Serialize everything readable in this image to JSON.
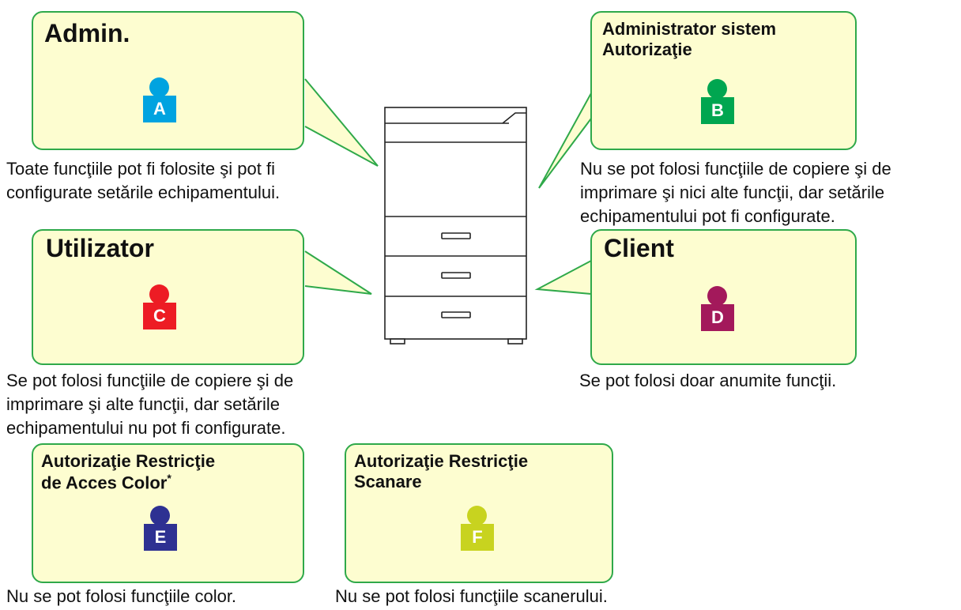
{
  "roles": [
    {
      "id": "admin",
      "title_lines": [
        "Admin."
      ],
      "letter": "A",
      "color": "#00a3e0",
      "desc_lines": [
        "Toate funcţiile pot fi folosite şi pot fi",
        "configurate setările echipamentului."
      ]
    },
    {
      "id": "sysadmin",
      "title_lines": [
        "Administrator sistem",
        "Autorizaţie"
      ],
      "letter": "B",
      "color": "#00a650",
      "desc_lines": [
        "Nu se pot folosi funcţiile de copiere şi de",
        "imprimare şi nici alte funcţii, dar setările",
        "echipamentului pot fi configurate."
      ]
    },
    {
      "id": "user",
      "title_lines": [
        "Utilizator"
      ],
      "letter": "C",
      "color": "#ed1c24",
      "desc_lines": [
        "Se pot folosi funcţiile de copiere şi de",
        "imprimare şi alte funcţii, dar setările",
        "echipamentului nu pot fi configurate."
      ]
    },
    {
      "id": "client",
      "title_lines": [
        "Client"
      ],
      "letter": "D",
      "color": "#a3195b",
      "desc_lines": [
        "Se pot folosi doar anumite funcţii."
      ]
    },
    {
      "id": "color-restrict",
      "title_lines": [
        "Autorizaţie Restricţie",
        "de Acces Color"
      ],
      "title_mark": "*",
      "letter": "E",
      "color": "#2e3192",
      "desc_lines": [
        "Nu se pot folosi funcţiile color."
      ]
    },
    {
      "id": "scan-restrict",
      "title_lines": [
        "Autorizaţie Restricţie",
        "Scanare"
      ],
      "letter": "F",
      "color": "#c8d31f",
      "desc_lines": [
        "Nu se pot folosi funcţiile scanerului."
      ]
    }
  ],
  "colors": {
    "box_fill": "#fdfdd0",
    "box_border": "#2fa94a",
    "printer_line": "#222222"
  }
}
